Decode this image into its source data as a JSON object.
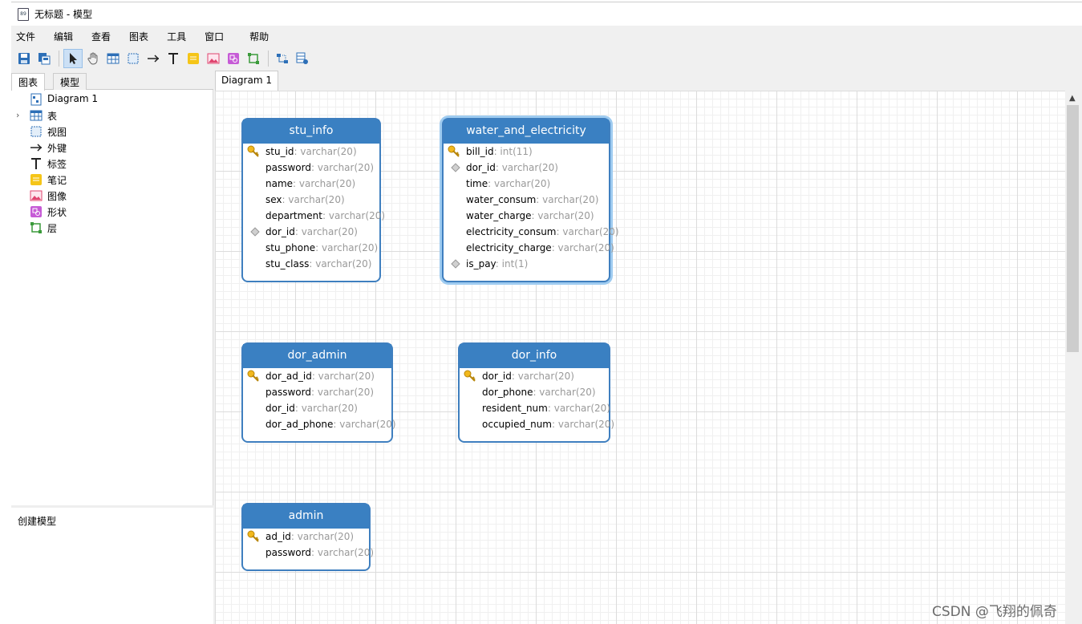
{
  "window": {
    "title": "无标题 - 模型"
  },
  "menu": [
    "文件",
    "编辑",
    "查看",
    "图表",
    "工具",
    "窗口",
    "帮助"
  ],
  "toolbar": {
    "icons": [
      "save-icon",
      "save-as-icon",
      "pointer-icon",
      "hand-icon",
      "table-icon",
      "view-icon",
      "foreign-key-icon",
      "label-icon",
      "note-icon",
      "image-icon",
      "shape-icon",
      "layer-icon",
      "auto-layout-icon",
      "grid-icon"
    ]
  },
  "left_tabs": [
    "图表",
    "模型"
  ],
  "tree": [
    {
      "label": "Diagram 1",
      "icon": "diagram-icon"
    },
    {
      "label": "表",
      "icon": "table-icon"
    },
    {
      "label": "视图",
      "icon": "view-icon"
    },
    {
      "label": "外键",
      "icon": "foreign-key-icon"
    },
    {
      "label": "标签",
      "icon": "label-icon"
    },
    {
      "label": "笔记",
      "icon": "note-icon"
    },
    {
      "label": "图像",
      "icon": "image-icon"
    },
    {
      "label": "形状",
      "icon": "shape-icon"
    },
    {
      "label": "层",
      "icon": "layer-icon"
    }
  ],
  "lower_panel": {
    "text": "创建模型"
  },
  "doc_tab": {
    "label": "Diagram 1"
  },
  "entities": [
    {
      "name": "stu_info",
      "fields": [
        {
          "name": "stu_id",
          "type": ": varchar(20)",
          "key": "pk"
        },
        {
          "name": "password",
          "type": ": varchar(20)",
          "key": ""
        },
        {
          "name": "name",
          "type": ": varchar(20)",
          "key": ""
        },
        {
          "name": "sex",
          "type": ": varchar(20)",
          "key": ""
        },
        {
          "name": "department",
          "type": ": varchar(20)",
          "key": ""
        },
        {
          "name": "dor_id",
          "type": ": varchar(20)",
          "key": "fk"
        },
        {
          "name": "stu_phone",
          "type": ": varchar(20)",
          "key": ""
        },
        {
          "name": "stu_class",
          "type": ": varchar(20)",
          "key": ""
        }
      ]
    },
    {
      "name": "water_and_electricity",
      "fields": [
        {
          "name": "bill_id",
          "type": ": int(11)",
          "key": "pk"
        },
        {
          "name": "dor_id",
          "type": ": varchar(20)",
          "key": "fk"
        },
        {
          "name": "time",
          "type": ": varchar(20)",
          "key": ""
        },
        {
          "name": "water_consum",
          "type": ": varchar(20)",
          "key": ""
        },
        {
          "name": "water_charge",
          "type": ": varchar(20)",
          "key": ""
        },
        {
          "name": "electricity_consum",
          "type": ": varchar(20)",
          "key": ""
        },
        {
          "name": "electricity_charge",
          "type": ": varchar(20)",
          "key": ""
        },
        {
          "name": "is_pay",
          "type": ": int(1)",
          "key": "fk"
        }
      ]
    },
    {
      "name": "dor_admin",
      "fields": [
        {
          "name": "dor_ad_id",
          "type": ": varchar(20)",
          "key": "pk"
        },
        {
          "name": "password",
          "type": ": varchar(20)",
          "key": ""
        },
        {
          "name": "dor_id",
          "type": ": varchar(20)",
          "key": ""
        },
        {
          "name": "dor_ad_phone",
          "type": ": varchar(20)",
          "key": ""
        }
      ]
    },
    {
      "name": "dor_info",
      "fields": [
        {
          "name": "dor_id",
          "type": ": varchar(20)",
          "key": "pk"
        },
        {
          "name": "dor_phone",
          "type": ": varchar(20)",
          "key": ""
        },
        {
          "name": "resident_num",
          "type": ": varchar(20)",
          "key": ""
        },
        {
          "name": "occupied_num",
          "type": ": varchar(20)",
          "key": ""
        }
      ]
    },
    {
      "name": "admin",
      "fields": [
        {
          "name": "ad_id",
          "type": ": varchar(20)",
          "key": "pk"
        },
        {
          "name": "password",
          "type": ": varchar(20)",
          "key": ""
        }
      ]
    }
  ],
  "watermark": "CSDN @飞翔的佩奇",
  "colors": {
    "entity_header": "#3a80c2",
    "entity_border": "#3f7fbf",
    "selection": "#9ecbf0",
    "type_text": "#999999"
  }
}
